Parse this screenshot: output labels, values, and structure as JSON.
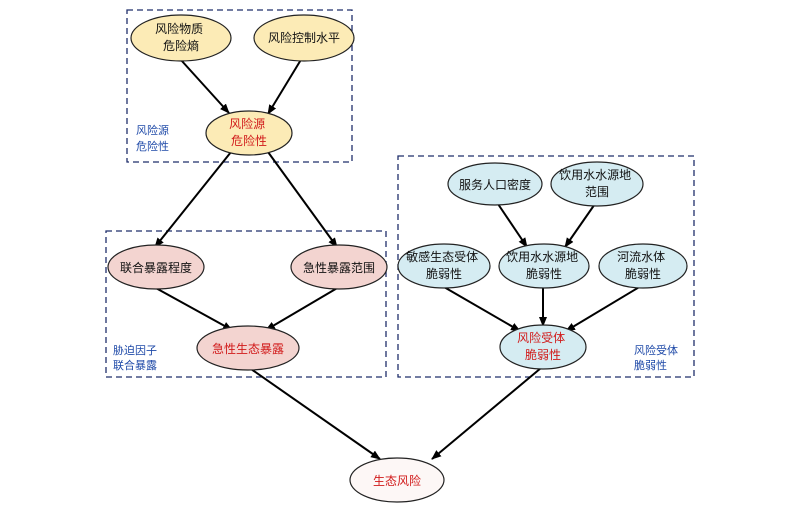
{
  "groups": {
    "source": {
      "label": [
        "风险源",
        "危险性"
      ]
    },
    "exposure": {
      "label": [
        "胁迫因子",
        "联合暴露"
      ]
    },
    "receptor": {
      "label": [
        "风险受体",
        "脆弱性"
      ]
    }
  },
  "nodes": {
    "material_hazard": {
      "lines": [
        "风险物质",
        "危险熵"
      ]
    },
    "control_level": {
      "lines": [
        "风险控制水平"
      ]
    },
    "source_hazard": {
      "lines": [
        "风险源",
        "危险性"
      ]
    },
    "joint_degree": {
      "lines": [
        "联合暴露程度"
      ]
    },
    "acute_range": {
      "lines": [
        "急性暴露范围"
      ]
    },
    "acute_exposure": {
      "lines": [
        "急性生态暴露"
      ]
    },
    "population_density": {
      "lines": [
        "服务人口密度"
      ]
    },
    "water_source_range": {
      "lines": [
        "饮用水水源地",
        "范围"
      ]
    },
    "sensitive_receptor": {
      "lines": [
        "敏感生态受体",
        "脆弱性"
      ]
    },
    "water_source_vuln": {
      "lines": [
        "饮用水水源地",
        "脆弱性"
      ]
    },
    "river_vuln": {
      "lines": [
        "河流水体",
        "脆弱性"
      ]
    },
    "receptor_vuln": {
      "lines": [
        "风险受体",
        "脆弱性"
      ]
    },
    "eco_risk": {
      "lines": [
        "生态风险"
      ]
    }
  },
  "colors": {
    "yellow_fill": "#fcebb6",
    "pink_fill": "#f3d4d0",
    "blue_fill": "#d5ecf2",
    "white_fill": "#fdf7f6",
    "red_text": "#d11a1a",
    "black_text": "#111111",
    "group_label": "#1f4aa8",
    "box_stroke": "#1f2e6b"
  }
}
